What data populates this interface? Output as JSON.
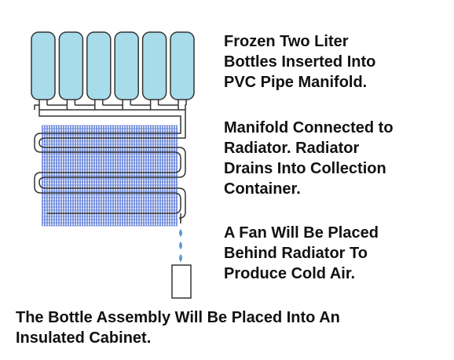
{
  "labels": {
    "frozen_bottles": "Frozen Two Liter\nBottles Inserted Into\nPVC Pipe Manifold.",
    "manifold": "Manifold Connected to\nRadiator.  Radiator\nDrains Into Collection\nContainer.",
    "fan": "A Fan Will Be Placed\nBehind Radiator To\nProduce Cold Air.",
    "cabinet": "The Bottle Assembly Will Be Placed Into An\nInsulated Cabinet."
  },
  "colors": {
    "bottle_fill": "#a8dcea",
    "outline": "#333333",
    "fin": "#3a5fcd",
    "drip": "#5b9bd5"
  }
}
